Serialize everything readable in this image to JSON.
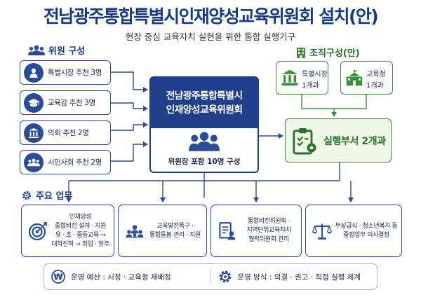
{
  "title": "전남광주통합특별시인재양성교육위원회 설치(안)",
  "subtitle": "현장 중심 교육자치 실현을 위한 통합 실행기구",
  "members": {
    "heading": "위원 구성",
    "items": [
      {
        "label": "특별시장 추천 3명",
        "icon": "person-icon"
      },
      {
        "label": "교육감 추천 3명",
        "icon": "graduation-cap-icon"
      },
      {
        "label": "의회 추천 2명",
        "icon": "government-building-icon"
      },
      {
        "label": "시민사회 추천 2명",
        "icon": "group-icon"
      }
    ]
  },
  "committee": {
    "name_line1": "전남광주통합특별시",
    "name_line2": "인재양성교육위원회",
    "member_count": "위원장 포함 10명 구성",
    "icon": "group-icon"
  },
  "organization": {
    "heading": "조직구성(안)",
    "units": [
      {
        "line1": "특별시장",
        "line2": "1개과",
        "icon": "government-building-icon"
      },
      {
        "line1": "교육청",
        "line2": "1개과",
        "icon": "school-icon"
      }
    ],
    "executive": {
      "label": "실행부서 2개과",
      "icon": "clipboard-gear-icon"
    }
  },
  "tasks": {
    "heading": "주요 업무",
    "items": [
      {
        "icon": "target-icon",
        "lines": [
          "인재양성",
          "종합비전 설계 · 지원",
          "유 · 초 · 중등교육 →",
          "대학진학 → 취업 · 정주"
        ]
      },
      {
        "icon": "people-network-icon",
        "lines": [
          "교육발전특구 ·",
          "통합돌봄 관리 · 지원"
        ]
      },
      {
        "icon": "document-user-icon",
        "lines": [
          "통합비전위원회 ·",
          "지역단위교육자치",
          "협력위원회 관리"
        ]
      },
      {
        "icon": "scales-icon",
        "lines": [
          "무상급식 · 청소년복지 등",
          "중점업무 의사결정"
        ]
      }
    ]
  },
  "operation": {
    "budget": "운영 예산 : 시청 · 교육청 재배정",
    "method": "운영 방식 : 의결 · 권고 · 직접 실행 체계"
  },
  "colors": {
    "navy": "#1f3f8a",
    "green": "#3c8e3c",
    "green_fill": "#eef6e7"
  }
}
